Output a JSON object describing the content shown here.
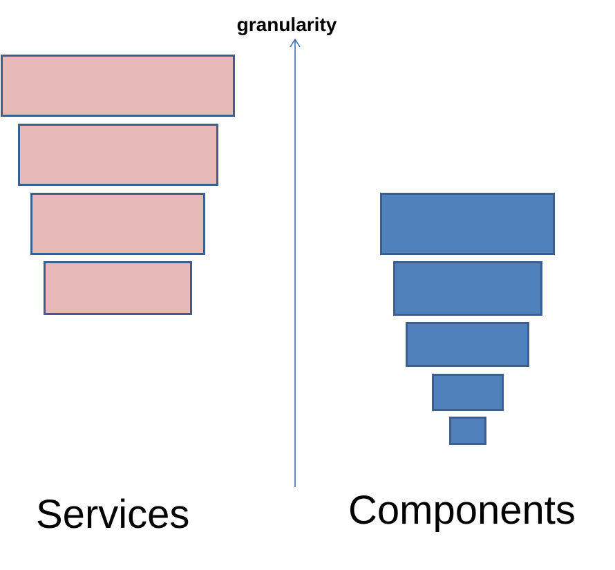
{
  "axis": {
    "label": "granularity",
    "color": "#3c6ea8",
    "direction": "up"
  },
  "groups": {
    "services": {
      "label": "Services",
      "fill": "#e6b8b7",
      "border": "#3c5f8e",
      "bar_count": 4
    },
    "components": {
      "label": "Components",
      "fill": "#4f81bd",
      "border": "#3c5f8e",
      "bar_count": 5
    }
  }
}
